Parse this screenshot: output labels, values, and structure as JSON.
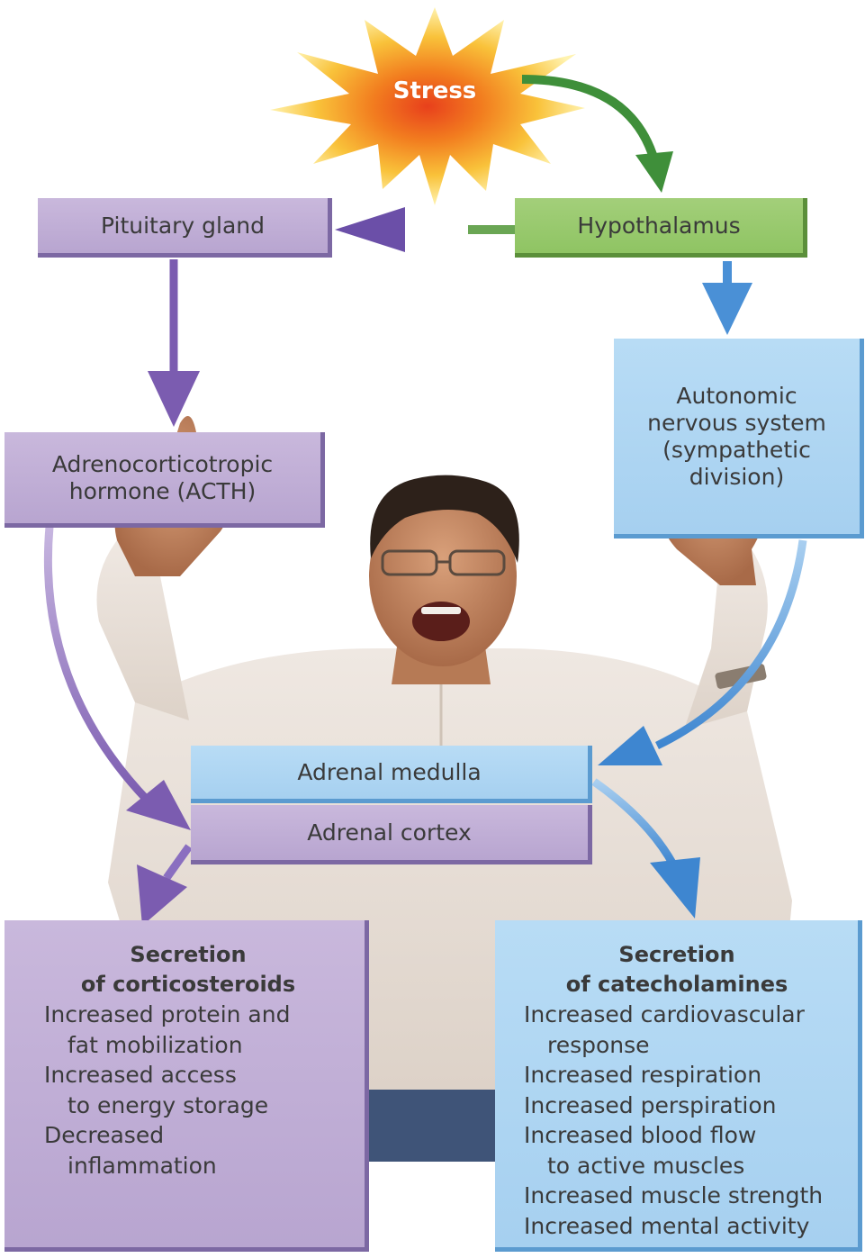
{
  "diagram": {
    "stress": "Stress",
    "hypothalamus": "Hypothalamus",
    "pituitary": "Pituitary gland",
    "acth": [
      "Adrenocorticotropic",
      "hormone (ACTH)"
    ],
    "ans": [
      "Autonomic",
      "nervous system",
      "(sympathetic",
      "division)"
    ],
    "adrenal_medulla": "Adrenal medulla",
    "adrenal_cortex": "Adrenal cortex",
    "corticosteroids": {
      "heading": [
        "Secretion",
        "of corticosteroids"
      ],
      "effects": [
        [
          "Increased protein and",
          "fat mobilization"
        ],
        [
          "Increased access",
          "to energy storage"
        ],
        [
          "Decreased",
          "inflammation"
        ]
      ]
    },
    "catecholamines": {
      "heading": [
        "Secretion",
        "of catecholamines"
      ],
      "effects": [
        [
          "Increased cardiovascular",
          "response"
        ],
        [
          "Increased respiration"
        ],
        [
          "Increased perspiration"
        ],
        [
          "Increased blood flow",
          "to active muscles"
        ],
        [
          "Increased muscle strength"
        ],
        [
          "Increased mental activity"
        ]
      ]
    },
    "colors": {
      "purple": "#b8a5d0",
      "green": "#8fc463",
      "blue": "#a6d0f0",
      "arrow_purple": "#7b5cb0",
      "arrow_blue": "#4a90d6",
      "arrow_green": "#3f8f3a"
    }
  }
}
